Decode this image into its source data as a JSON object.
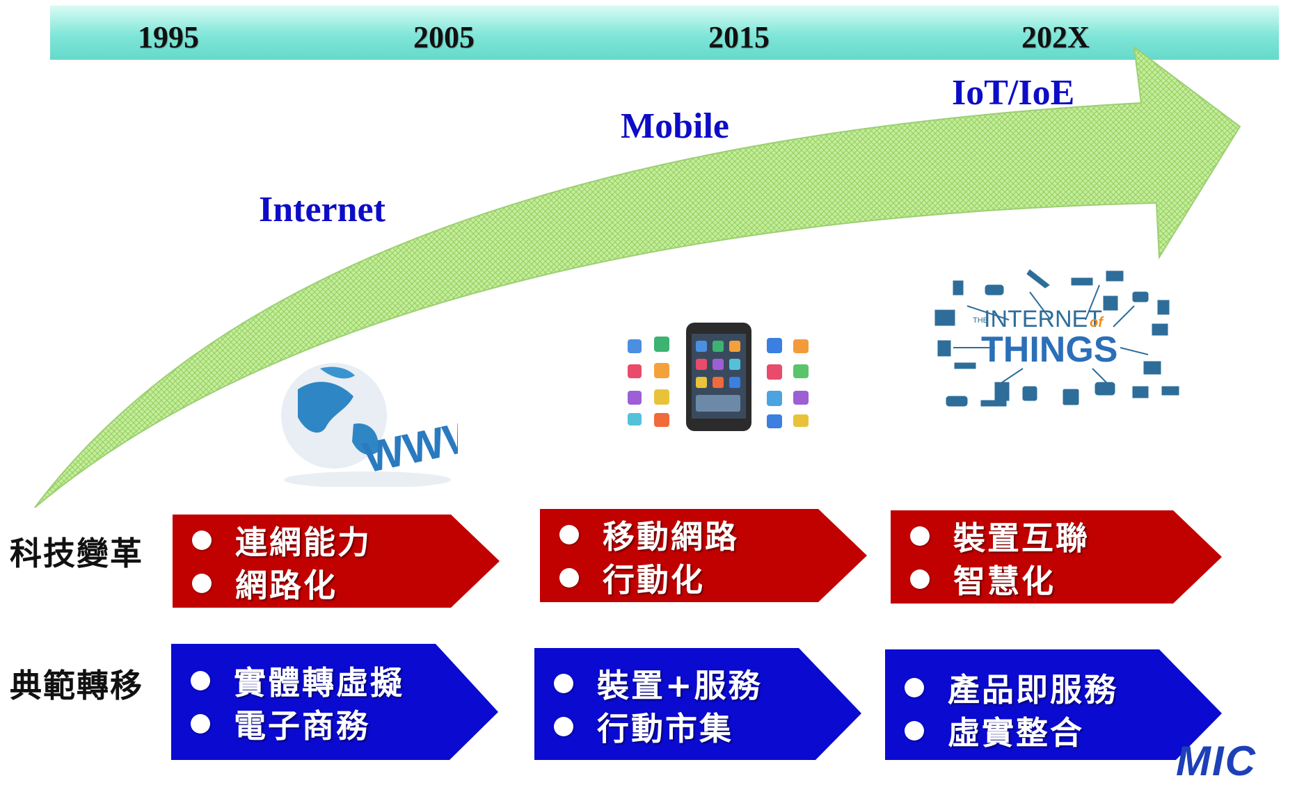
{
  "timeline": {
    "years": [
      "1995",
      "2005",
      "2015",
      "202X"
    ],
    "eras": [
      "Internet",
      "Mobile",
      "IoT/IoE"
    ]
  },
  "rows": {
    "tech": {
      "label": "科技變革",
      "color": "#c10000",
      "stages": [
        {
          "items": [
            "連網能力",
            "網路化"
          ]
        },
        {
          "items": [
            "移動網路",
            "行動化"
          ]
        },
        {
          "items": [
            "裝置互聯",
            "智慧化"
          ]
        }
      ]
    },
    "paradigm": {
      "label": "典範轉移",
      "color": "#0a0ad0",
      "stages": [
        {
          "items": [
            "實體轉虛擬",
            "電子商務"
          ]
        },
        {
          "items": [
            "裝置+服務",
            "行動市集"
          ]
        },
        {
          "items": [
            "產品即服務",
            "虛實整合"
          ]
        }
      ]
    }
  },
  "illustrations": {
    "internet": {
      "icon": "globe-www-icon",
      "text": "WWW"
    },
    "mobile": {
      "icon": "smartphone-apps-icon"
    },
    "iot": {
      "icon": "internet-of-things-icon",
      "line1": "THE",
      "line2": "INTERNET",
      "line2_suffix": "of",
      "line3": "THINGS"
    }
  },
  "logo": {
    "text": "MIC"
  },
  "colors": {
    "arrow_fill": "#b7e48c",
    "arrow_stroke": "#7cb84d",
    "year_bar": "#7fe6d8",
    "era_text": "#0d0dc7"
  }
}
